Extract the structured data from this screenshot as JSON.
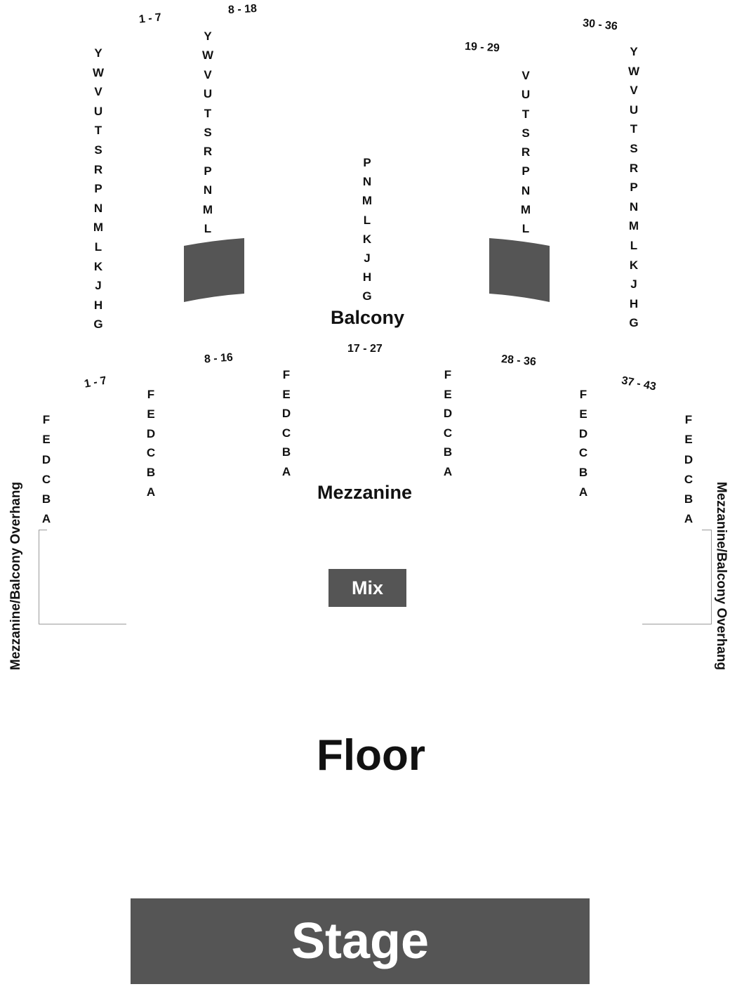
{
  "sections": {
    "balcony": "Balcony",
    "mezzanine": "Mezzanine",
    "floor": "Floor",
    "mix": "Mix",
    "stage": "Stage",
    "overhang_left": "Mezzanine/Balcony Overhang",
    "overhang_right": "Mezzanine/Balcony Overhang"
  },
  "balcony": {
    "ranges": [
      "1 - 7",
      "8 - 18",
      "19 - 29",
      "30 - 36"
    ],
    "rows": {
      "far_left": [
        "Y",
        "W",
        "V",
        "U",
        "T",
        "S",
        "R",
        "P",
        "N",
        "M",
        "L",
        "K",
        "J",
        "H",
        "G"
      ],
      "inner_left": [
        "Y",
        "W",
        "V",
        "U",
        "T",
        "S",
        "R",
        "P",
        "N",
        "M",
        "L"
      ],
      "center": [
        "P",
        "N",
        "M",
        "L",
        "K",
        "J",
        "H",
        "G"
      ],
      "inner_right": [
        "V",
        "U",
        "T",
        "S",
        "R",
        "P",
        "N",
        "M",
        "L"
      ],
      "far_right": [
        "Y",
        "W",
        "V",
        "U",
        "T",
        "S",
        "R",
        "P",
        "N",
        "M",
        "L",
        "K",
        "J",
        "H",
        "G"
      ]
    }
  },
  "mezzanine": {
    "ranges": [
      "1 - 7",
      "8 - 16",
      "17 - 27",
      "28 - 36",
      "37 - 43"
    ],
    "rows": {
      "col1": [
        "F",
        "E",
        "D",
        "C",
        "B",
        "A"
      ],
      "col2": [
        "F",
        "E",
        "D",
        "C",
        "B",
        "A"
      ],
      "col3": [
        "F",
        "E",
        "D",
        "C",
        "B",
        "A"
      ],
      "col4": [
        "F",
        "E",
        "D",
        "C",
        "B",
        "A"
      ],
      "col5": [
        "F",
        "E",
        "D",
        "C",
        "B",
        "A"
      ],
      "col6": [
        "F",
        "E",
        "D",
        "C",
        "B",
        "A"
      ]
    }
  },
  "colors": {
    "block": "#555555",
    "wall": "#9a9a9a",
    "text": "#111111"
  }
}
